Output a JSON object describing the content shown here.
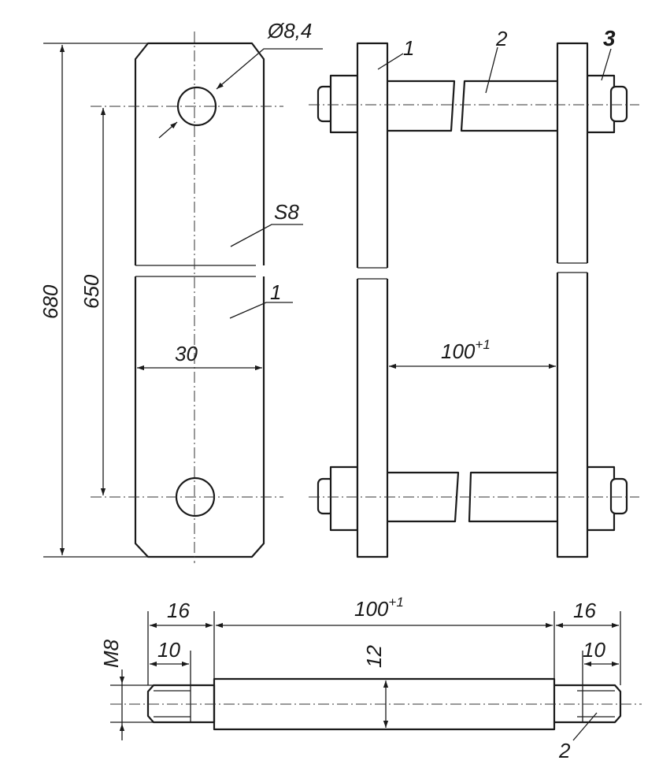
{
  "labels": {
    "hole_diameter": "Ø8,4",
    "thickness": "S8",
    "width": "30",
    "total_length": "680",
    "hole_spacing": "650",
    "part_1_plate": "1",
    "part_1_side": "1",
    "part_2_side": "2",
    "part_3_side": "3",
    "gap_value": "100",
    "gap_tolerance": "+1",
    "bolt_end_left": "16",
    "bolt_thread_left": "10",
    "bolt_end_right": "16",
    "bolt_thread_right": "10",
    "bolt_body_length": "100",
    "bolt_body_tolerance": "+1",
    "bolt_diameter": "12",
    "thread_size": "M8",
    "part_2_bolt": "2"
  }
}
